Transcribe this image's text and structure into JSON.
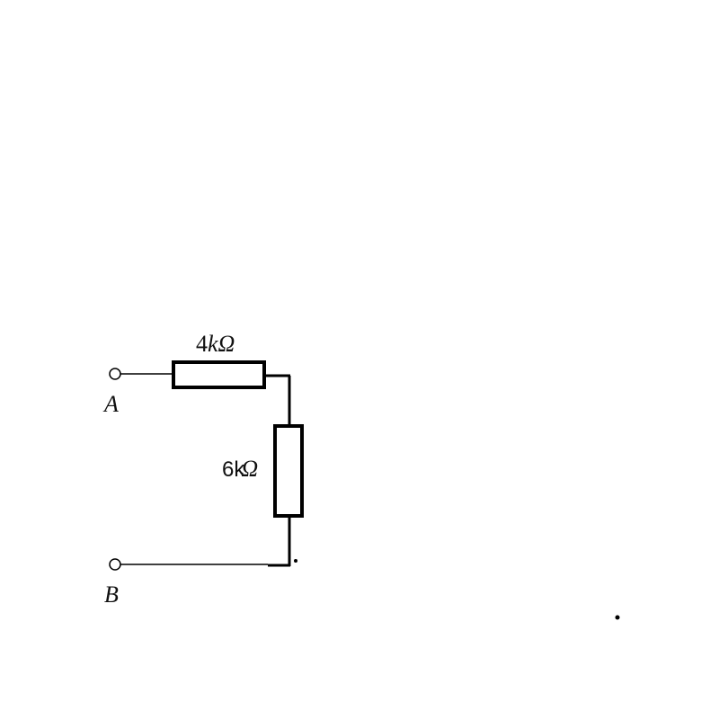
{
  "terminals": {
    "a": {
      "label": "A"
    },
    "b": {
      "label": "B"
    }
  },
  "resistors": {
    "r1": {
      "value": "4",
      "unit_prefix": "k",
      "unit_symbol": "Ω"
    },
    "r2": {
      "value": "6",
      "unit_prefix": "k",
      "unit_symbol": "Ω"
    }
  }
}
